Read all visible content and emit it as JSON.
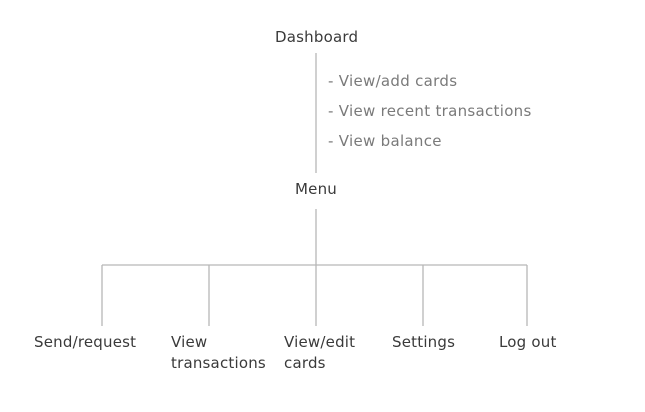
{
  "colors": {
    "connector": "#b7b7b7",
    "node_text": "#3a3a3a",
    "note_text": "#7a7a7a"
  },
  "root": {
    "label": "Dashboard",
    "notes": [
      "- View/add cards",
      "- View recent transactions",
      "- View balance"
    ]
  },
  "menu": {
    "label": "Menu",
    "children": [
      {
        "lines": [
          "Send/request"
        ]
      },
      {
        "lines": [
          "View",
          "transactions"
        ]
      },
      {
        "lines": [
          "View/edit",
          "cards"
        ]
      },
      {
        "lines": [
          "Settings"
        ]
      },
      {
        "lines": [
          "Log out"
        ]
      }
    ]
  }
}
